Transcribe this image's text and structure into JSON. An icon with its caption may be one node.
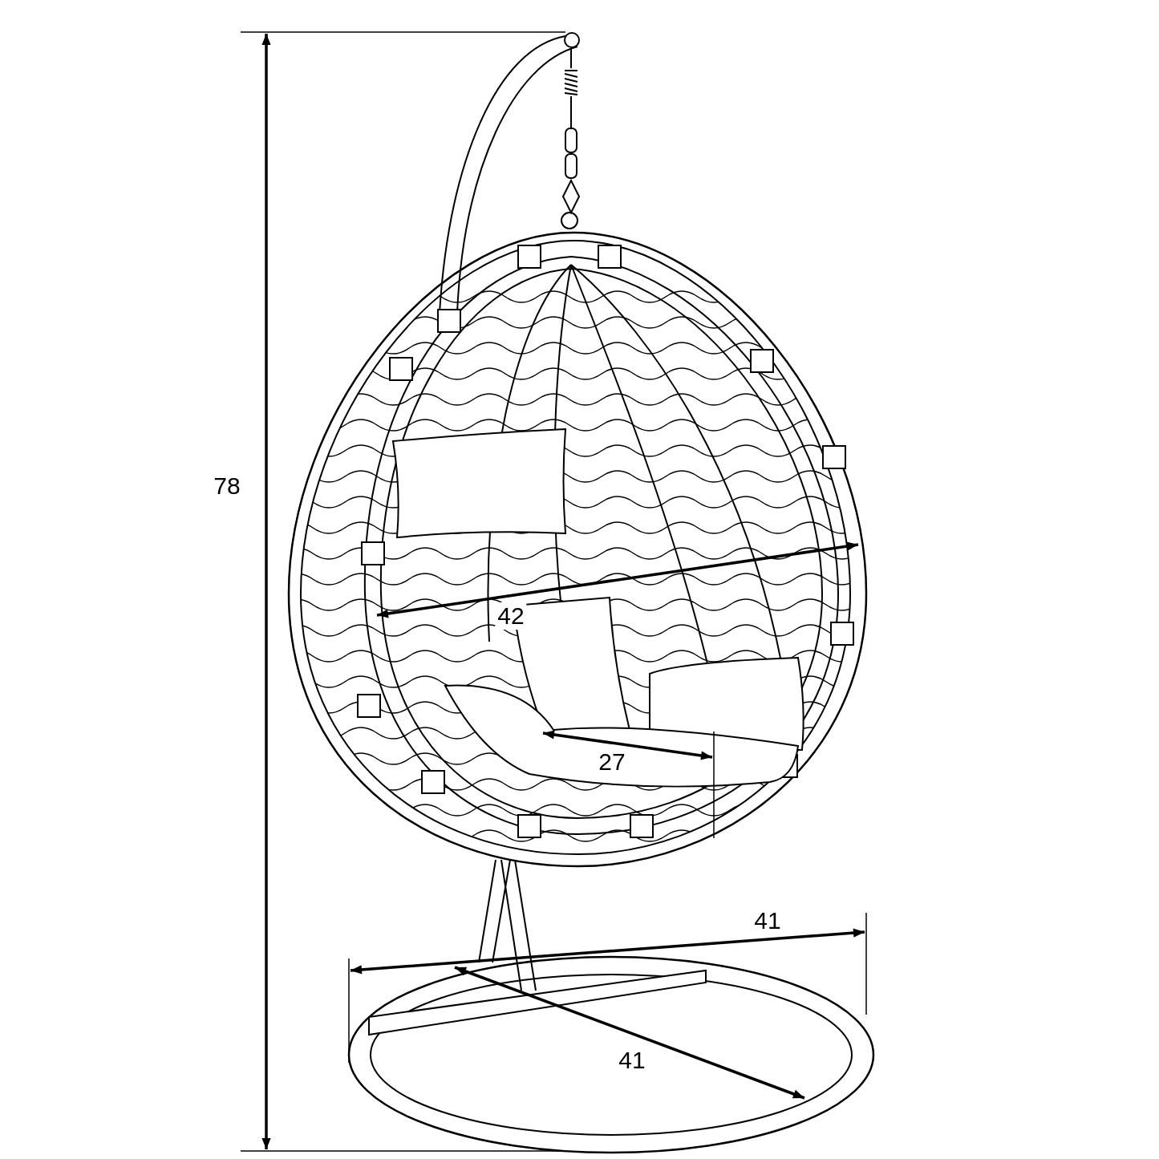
{
  "diagram": {
    "labels": [
      "78",
      "42",
      "27",
      "41",
      "41"
    ]
  }
}
